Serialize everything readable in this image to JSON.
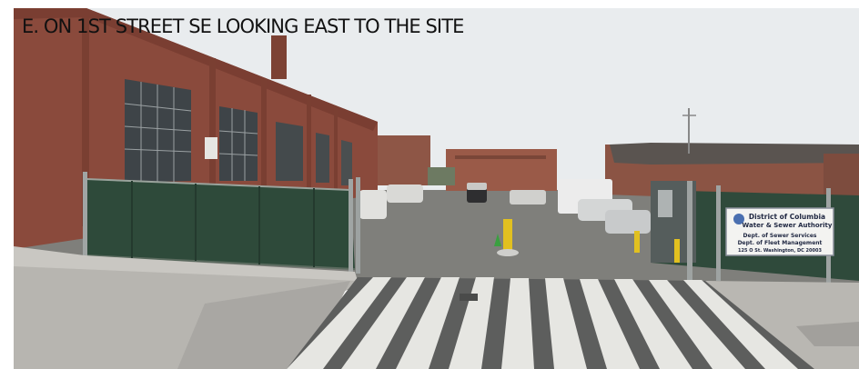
{
  "caption": "E.  ON 1ST STREET SE LOOKING EAST TO THE SITE",
  "sign": {
    "line1": "District of Columbia",
    "line2": "Water & Sewer Authority",
    "line3": "Dept. of Sewer Services",
    "line4": "Dept. of Fleet Management",
    "line5": "125 O St. Washington, DC 20003"
  },
  "colors": {
    "sky": "#e9ecee",
    "brick": "#8a4a3c",
    "fence": "#2e4a3a",
    "road": "#7d7d7a",
    "sidewalk": "#b9b7b2",
    "crosswalk": "#e6e6e2"
  }
}
